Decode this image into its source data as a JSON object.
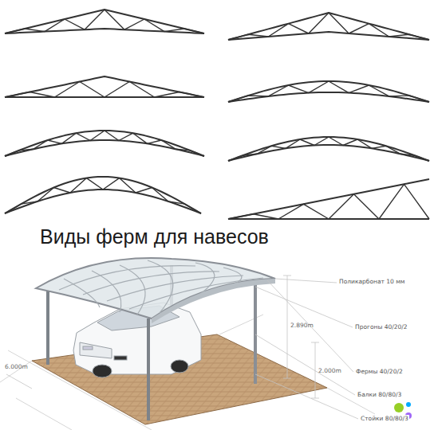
{
  "diagram": {
    "title": "Виды ферм для навесов",
    "labels": [
      "Поликарбонат 10 мм",
      "Прогоны 40/20/2",
      "Фермы 40/20/2",
      "Балки 80/80/3",
      "Стойки 80/80/3",
      "2.890m",
      "2.000m",
      "6.000m"
    ]
  }
}
